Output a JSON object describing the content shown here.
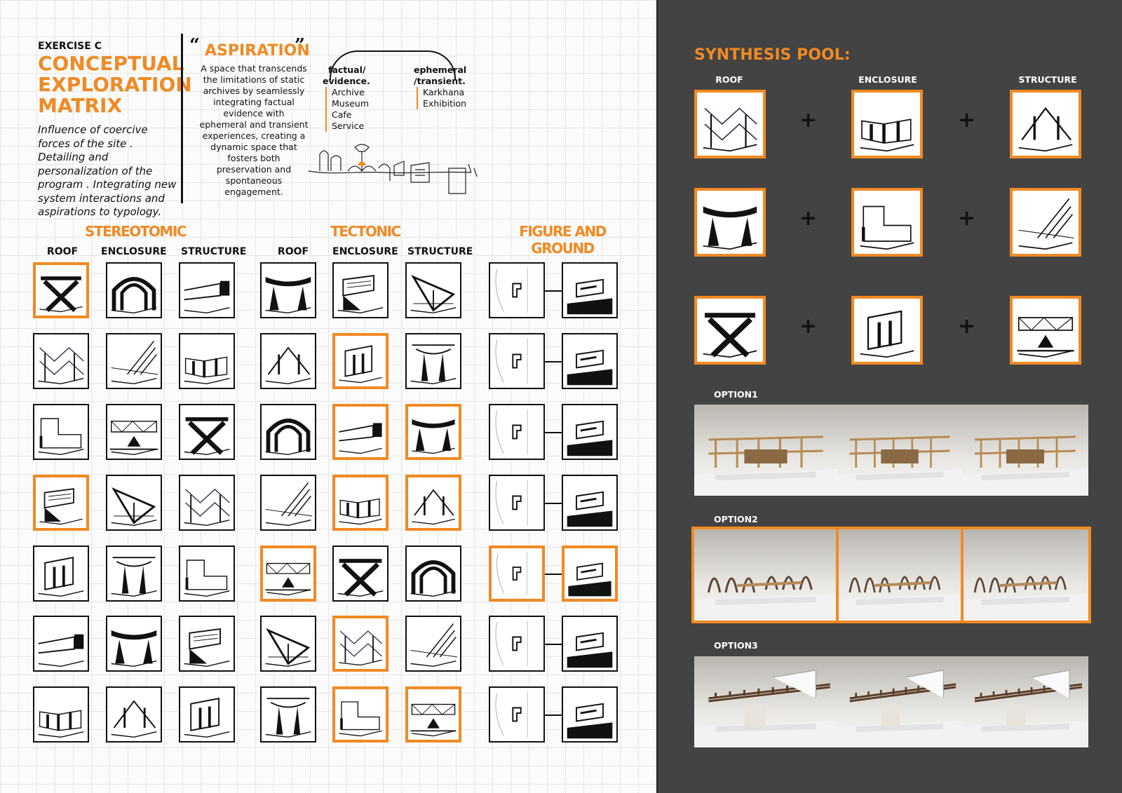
{
  "header": {
    "exercise": "EXERCISE C",
    "title_lines": [
      "CONCEPTUAL",
      "EXPLORATION",
      "MATRIX"
    ],
    "intro": "Influence of coercive forces of the site . Detailing and personalization of the program . Integrating new system interactions and aspirations to typology."
  },
  "aspiration": {
    "open_quote": "“",
    "close_quote": "”",
    "title": "ASPIRATION",
    "body": "A space that transcends the limitations of static archives by seamlessly integrating factual evidence with ephemeral and transient experiences, creating a dynamic space that fosters both preservation and spontaneous engagement.",
    "factual": {
      "heading_1": "factual/",
      "heading_2": "evidence.",
      "items": [
        "Archive",
        "Museum",
        "Cafe",
        "Service"
      ]
    },
    "ephemeral": {
      "heading_1": "ephemeral",
      "heading_2": "/transient.",
      "items": [
        "Karkhana",
        "Exhibition"
      ]
    }
  },
  "matrix": {
    "stereotomic": {
      "title": "STEREOTOMIC",
      "subheads": [
        "ROOF",
        "ENCLOSURE",
        "STRUCTURE"
      ]
    },
    "tectonic": {
      "title": "TECTONIC",
      "subheads": [
        "ROOF",
        "ENCLOSURE",
        "STRUCTURE"
      ]
    },
    "figure_ground": {
      "title_1": "FIGURE AND",
      "title_2": "GROUND"
    }
  },
  "synthesis": {
    "title": "SYNTHESIS POOL:",
    "headers": [
      "ROOF",
      "ENCLOSURE",
      "STRUCTURE"
    ],
    "plus": "+",
    "options": [
      "OPTION1",
      "OPTION2",
      "OPTION3"
    ]
  },
  "colors": {
    "accent": "#f08a24",
    "dark_panel": "#434343",
    "ink": "#111111"
  }
}
